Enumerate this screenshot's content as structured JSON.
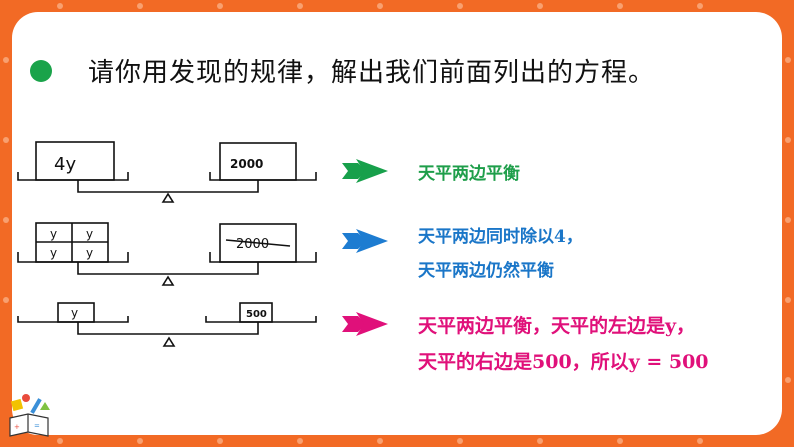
{
  "heading": {
    "text": "请你用发现的规律，解出我们前面列出的方程。",
    "bullet_color": "#1aa34a"
  },
  "scales": [
    {
      "left_label": "4y",
      "right_label": "2000"
    },
    {
      "left_grid": [
        "y",
        "y",
        "y",
        "y"
      ],
      "right_label": "2000"
    },
    {
      "left_label": "y",
      "right_label": "500"
    }
  ],
  "notes": [
    {
      "lines": [
        "天平两边平衡"
      ],
      "color": "#1e9e4a",
      "arrow_icon": "green-arrow-icon"
    },
    {
      "lines": [
        "天平两边同时除以4，",
        "天平两边仍然平衡"
      ],
      "color": "#1a76c8",
      "arrow_icon": "blue-arrow-icon"
    },
    {
      "lines": [
        "天平两边平衡，天平的左边是y，",
        "天平的右边是500，所以y = 500"
      ],
      "color": "#e0107a",
      "arrow_icon": "pink-arrow-icon"
    }
  ],
  "theme": {
    "frame_color": "#f26a25"
  }
}
